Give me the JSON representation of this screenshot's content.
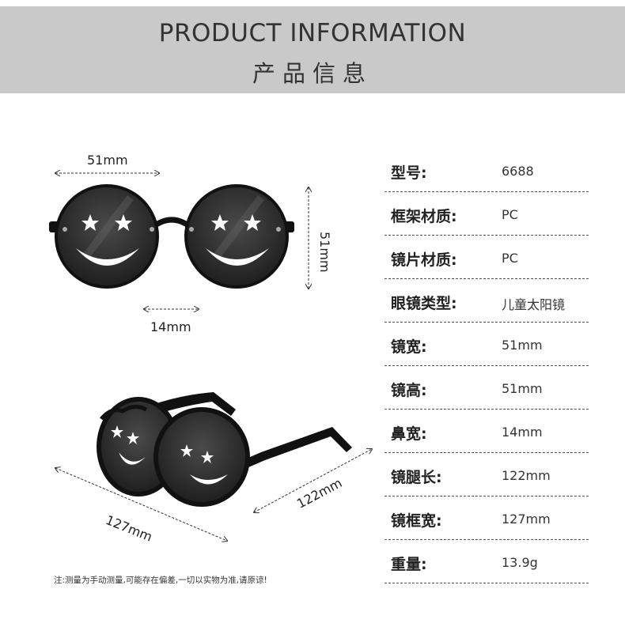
{
  "banner": {
    "title_en": "PRODUCT INFORMATION",
    "title_zh": "产品信息"
  },
  "dimensions": {
    "lens_width": "51mm",
    "lens_height": "51mm",
    "bridge": "14mm",
    "temple": "122mm",
    "frame_width": "127mm"
  },
  "specs": [
    {
      "label": "型号:",
      "value": "6688"
    },
    {
      "label": "框架材质:",
      "value": "PC"
    },
    {
      "label": "镜片材质:",
      "value": "PC"
    },
    {
      "label": "眼镜类型:",
      "value": "儿童太阳镜"
    },
    {
      "label": "镜宽:",
      "value": "51mm"
    },
    {
      "label": "镜高:",
      "value": "51mm"
    },
    {
      "label": "鼻宽:",
      "value": "14mm"
    },
    {
      "label": "镜腿长:",
      "value": "122mm"
    },
    {
      "label": "镜框宽:",
      "value": "127mm"
    },
    {
      "label": "重量:",
      "value": "13.9g"
    }
  ],
  "note": "注:测量为手动测量,可能存在偏差,一切以实物为准,请原谅!",
  "colors": {
    "banner_bg": "#c9c9c9",
    "lens": "#3a3a3a",
    "frame": "#111111"
  }
}
